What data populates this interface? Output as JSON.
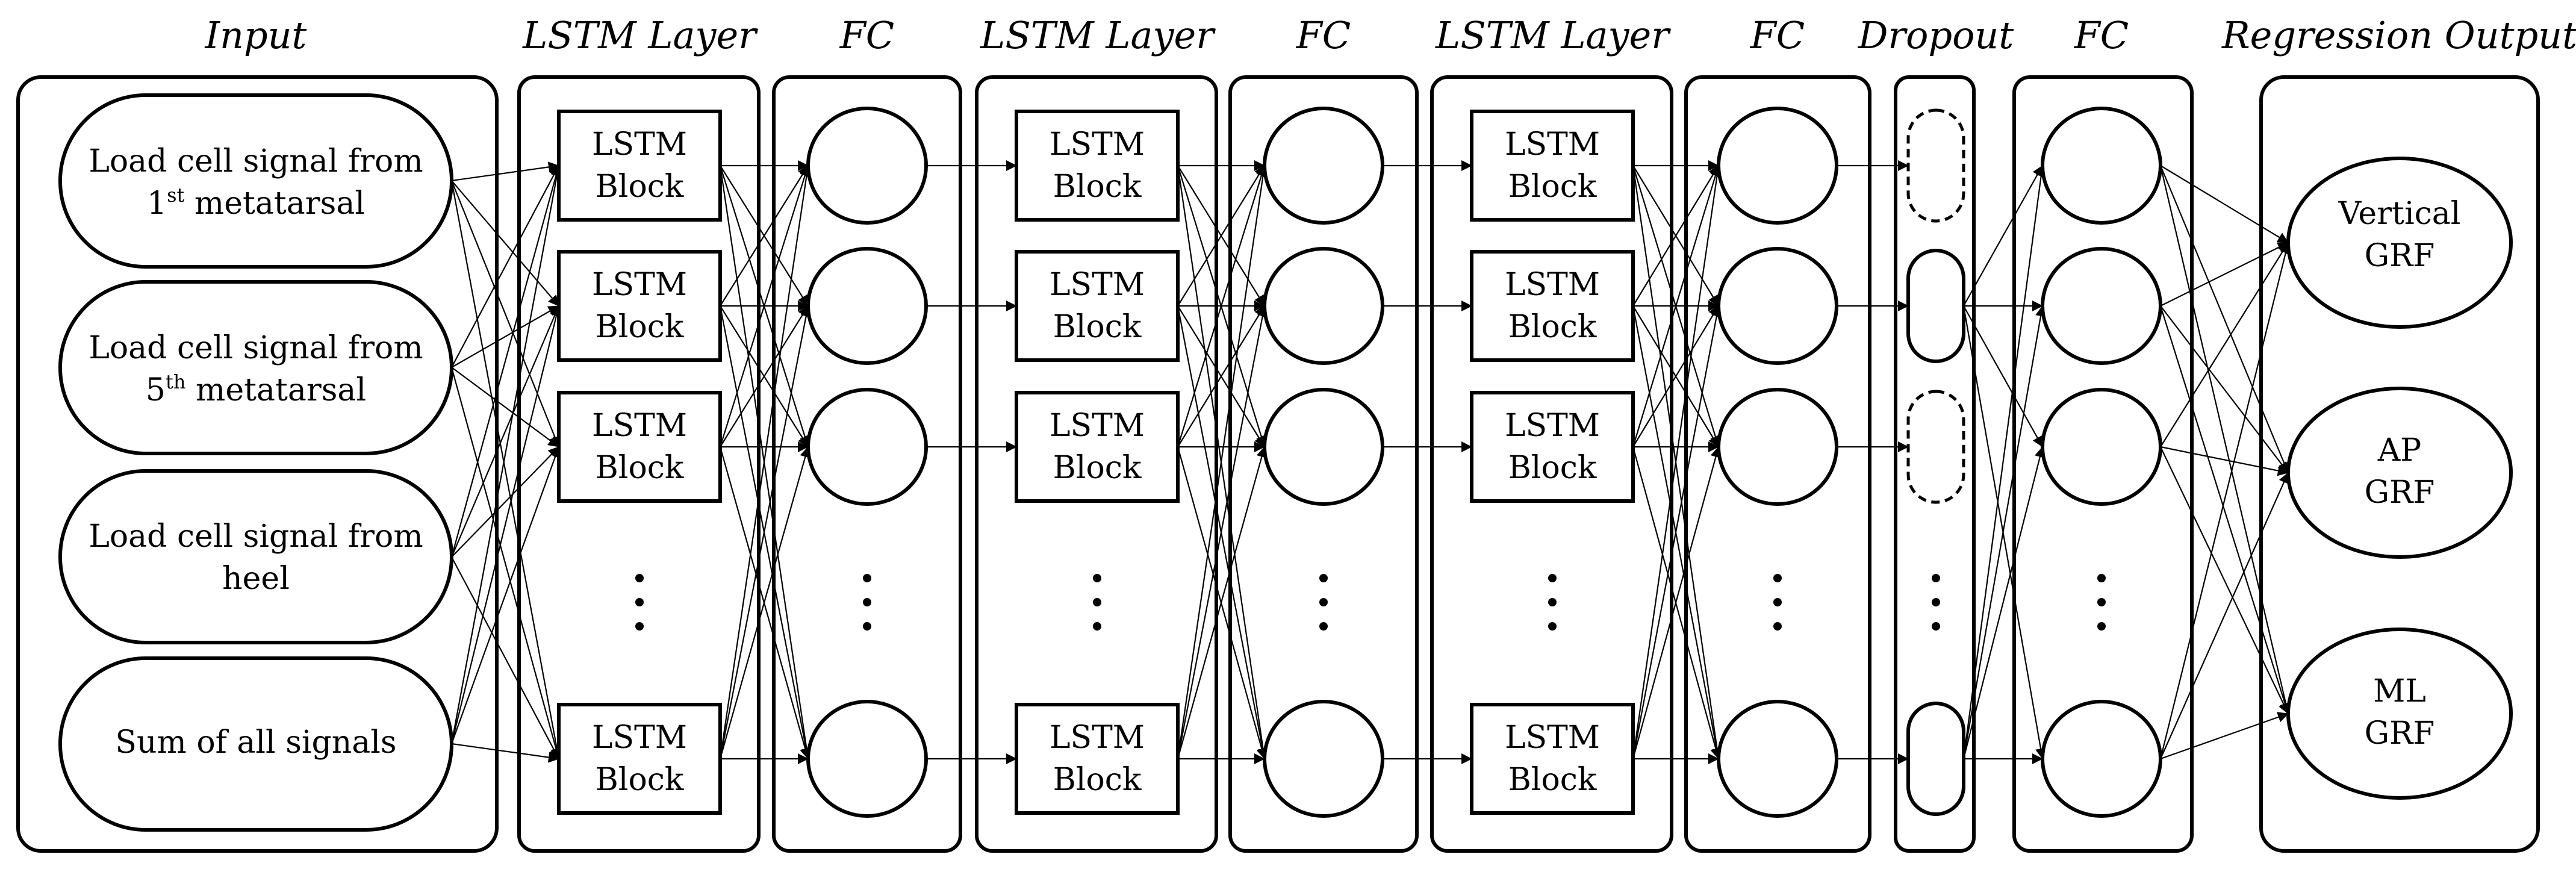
{
  "headers": {
    "input": "Input",
    "lstm_layer_1": "LSTM Layer",
    "fc_1": "FC",
    "lstm_layer_2": "LSTM Layer",
    "fc_2": "FC",
    "lstm_layer_3": "LSTM Layer",
    "fc_3": "FC",
    "dropout": "Dropout",
    "fc_4": "FC",
    "output": "Regression Output"
  },
  "inputs": [
    {
      "line1": "Load cell signal from",
      "line2_sup": "st",
      "line2_num": "1",
      "line2_text": " metatarsal"
    },
    {
      "line1": "Load cell signal from",
      "line2_sup": "th",
      "line2_num": "5",
      "line2_text": " metatarsal"
    },
    {
      "line1": "Load cell signal from",
      "line2_sup": "",
      "line2_num": "",
      "line2_text": "heel"
    },
    {
      "line1": "Sum of all signals"
    }
  ],
  "lstm_block": {
    "line1": "LSTM",
    "line2": "Block"
  },
  "dropout_pattern": [
    "dropped",
    "kept",
    "dropped",
    "kept"
  ],
  "outputs": [
    {
      "line1": "Vertical",
      "line2": "GRF"
    },
    {
      "line1": "AP",
      "line2": "GRF"
    },
    {
      "line1": "ML",
      "line2": "GRF"
    }
  ]
}
